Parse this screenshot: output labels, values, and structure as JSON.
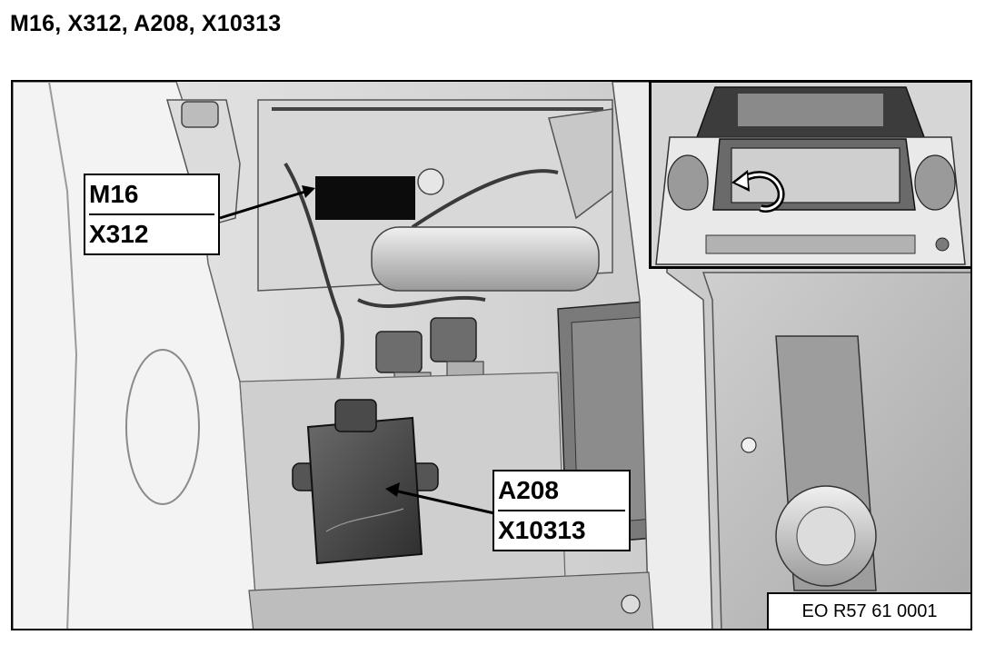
{
  "title": "M16, X312, A208, X10313",
  "callouts": {
    "upper": {
      "line1": "M16",
      "line2": "X312"
    },
    "lower": {
      "line1": "A208",
      "line2": "X10313"
    }
  },
  "image_code": "EO R57 61 0001",
  "icons": {
    "inset_arrow": "rotate-arrow-icon"
  }
}
